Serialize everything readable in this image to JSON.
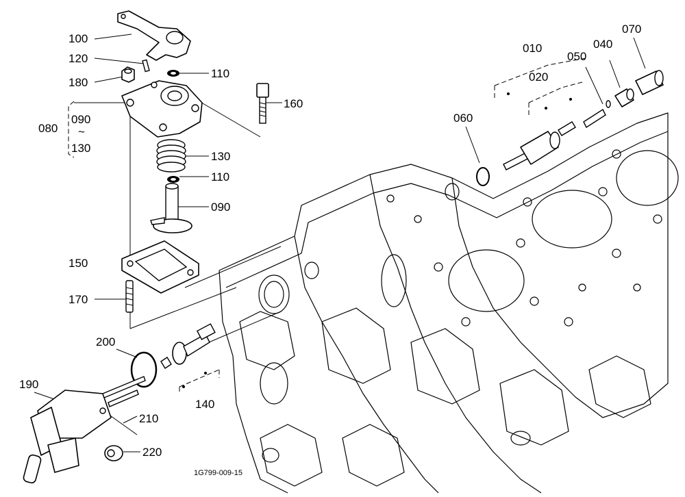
{
  "drawing_code": "1G799-009-15",
  "labels": {
    "p010": "010",
    "p020": "020",
    "p040": "040",
    "p050": "050",
    "p060": "060",
    "p070": "070",
    "p080": "080",
    "p080_from": "090",
    "p080_tilde": "~",
    "p080_to": "130",
    "p090": "090",
    "p100": "100",
    "p110a": "110",
    "p110b": "110",
    "p120": "120",
    "p130": "130",
    "p140": "140",
    "p150": "150",
    "p160": "160",
    "p170": "170",
    "p180": "180",
    "p190": "190",
    "p200": "200",
    "p210": "210",
    "p220": "220"
  }
}
